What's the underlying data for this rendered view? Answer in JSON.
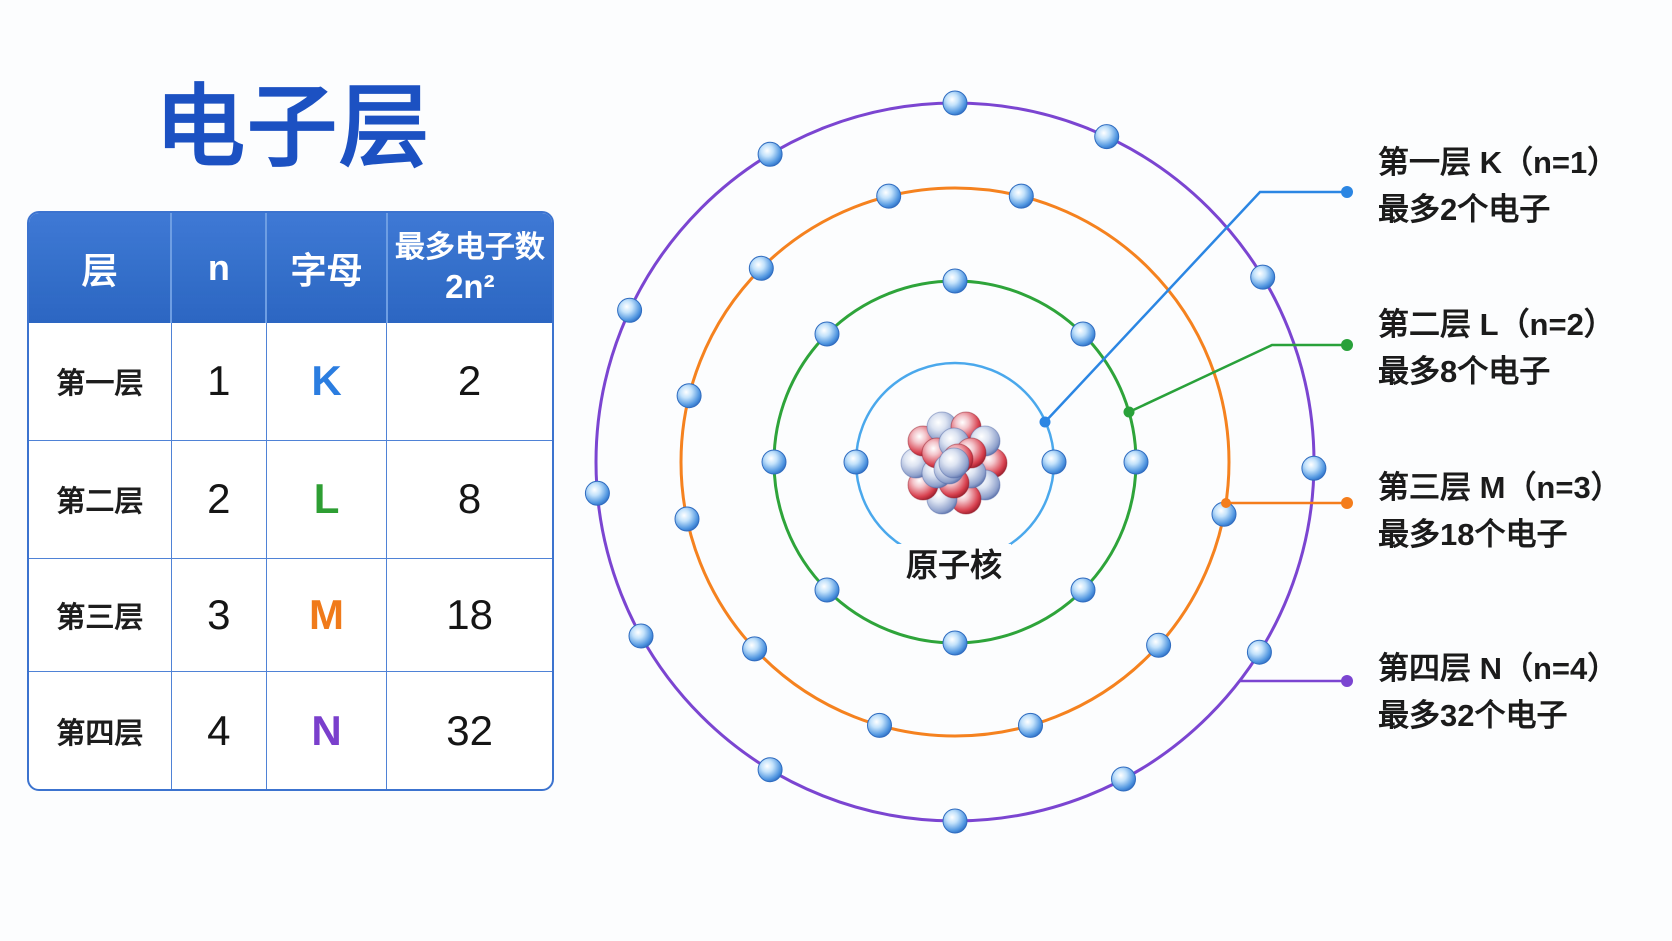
{
  "title": "电子层",
  "table": {
    "header": {
      "layer": "层",
      "n": "n",
      "letter": "字母",
      "max_line1": "最多电子数",
      "max_line2": "2n²"
    },
    "rows": [
      {
        "layer": "第一层",
        "n": "1",
        "letter": "K",
        "max": "2",
        "color": "#2b7de0"
      },
      {
        "layer": "第二层",
        "n": "2",
        "letter": "L",
        "max": "8",
        "color": "#2e9e33"
      },
      {
        "layer": "第三层",
        "n": "3",
        "letter": "M",
        "max": "18",
        "color": "#f07a1a"
      },
      {
        "layer": "第四层",
        "n": "4",
        "letter": "N",
        "max": "32",
        "color": "#7a3fcc"
      }
    ]
  },
  "atom": {
    "nucleus_label": "原子核",
    "ring_colors": {
      "K": "#4aa8ec",
      "L": "#2ea43a",
      "M": "#f5821f",
      "N": "#7b45d1"
    }
  },
  "callouts": [
    {
      "line1": "第一层 K（n=1）",
      "line2": "最多2个电子",
      "color": "#2b86e3"
    },
    {
      "line1": "第二层 L（n=2）",
      "line2": "最多8个电子",
      "color": "#29a13a"
    },
    {
      "line1": "第三层 M（n=3）",
      "line2": "最多18个电子",
      "color": "#f47d1c"
    },
    {
      "line1": "第四层 N（n=4）",
      "line2": "最多32个电子",
      "color": "#7b45d1"
    }
  ],
  "colors": {
    "title": "#1c51c2",
    "header_bg": "#2f6ed1",
    "table_border": "#3c73cf"
  }
}
